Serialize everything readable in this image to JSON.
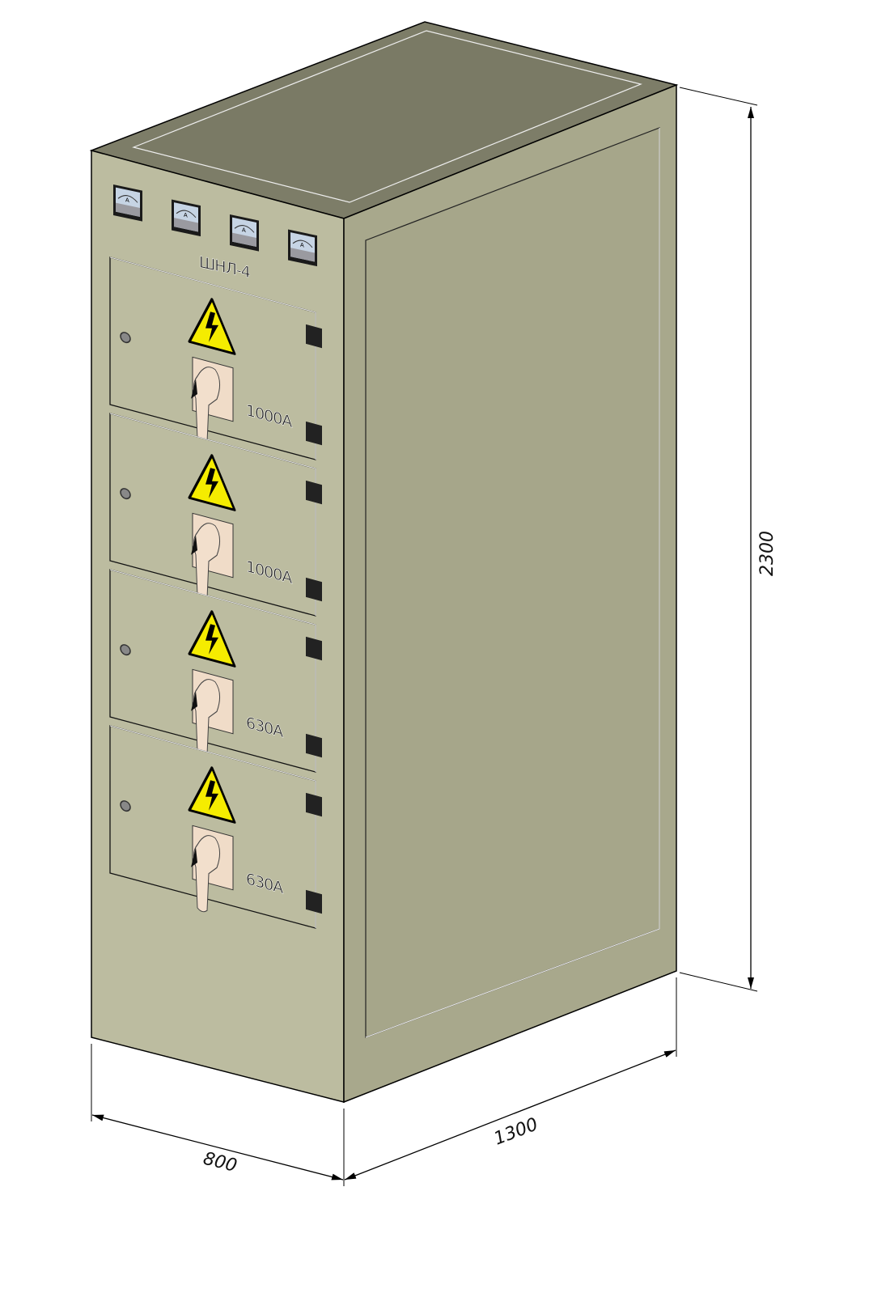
{
  "cabinet": {
    "model_label": "ШНЛ-4",
    "meter_count": 4,
    "doors": [
      {
        "rating": "1000A"
      },
      {
        "rating": "1000A"
      },
      {
        "rating": "630A"
      },
      {
        "rating": "630A"
      }
    ],
    "colors": {
      "front": "#bcbca0",
      "side": "#a8a88c",
      "top": "#7d7d68",
      "warning": "#f5ec00",
      "handle": "#f0dcc8"
    }
  },
  "dimensions": {
    "height": "2300",
    "width": "800",
    "depth": "1300"
  }
}
